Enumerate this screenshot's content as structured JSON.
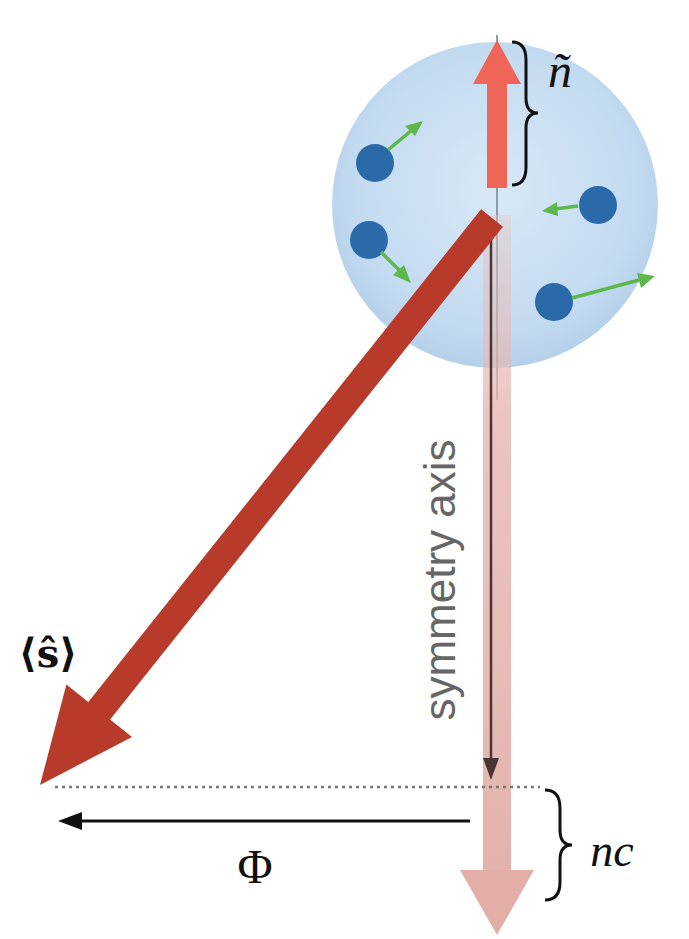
{
  "diagram": {
    "labels": [
      "ñ",
      "⟨ŝ⟩",
      "symmetry axis",
      "Φ",
      "nc"
    ]
  }
}
